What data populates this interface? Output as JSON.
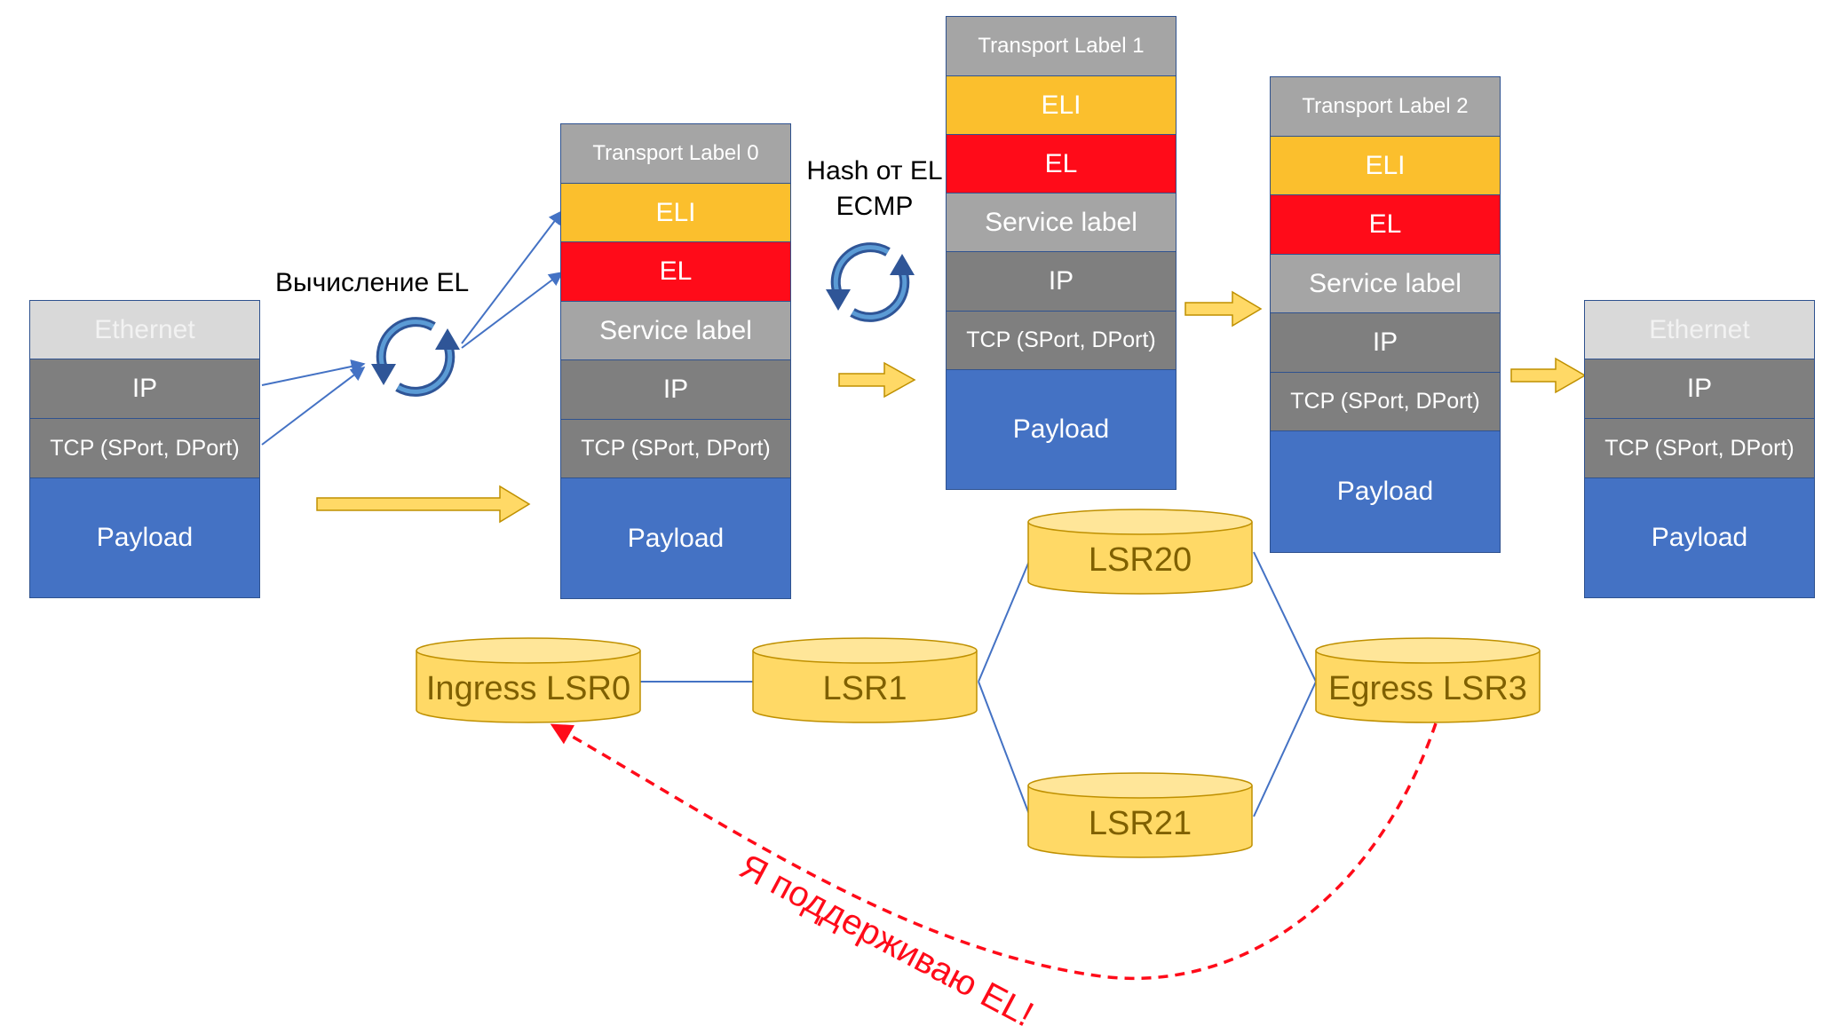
{
  "labels": {
    "calc_el": "Вычисление EL",
    "hash_line1": "Hash от EL",
    "hash_line2": "ECMP",
    "support_msg": "Я поддерживаю EL!"
  },
  "stacks": {
    "original": {
      "ethernet": "Ethernet",
      "ip": "IP",
      "tcp": "TCP (SPort, DPort)",
      "payload": "Payload"
    },
    "ingress": {
      "transport": "Transport Label 0",
      "eli": "ELI",
      "el": "EL",
      "service": "Service label",
      "ip": "IP",
      "tcp": "TCP (SPort, DPort)",
      "payload": "Payload"
    },
    "hop1": {
      "transport": "Transport Label 1",
      "eli": "ELI",
      "el": "EL",
      "service": "Service label",
      "ip": "IP",
      "tcp": "TCP (SPort, DPort)",
      "payload": "Payload"
    },
    "hop2": {
      "transport": "Transport Label 2",
      "eli": "ELI",
      "el": "EL",
      "service": "Service label",
      "ip": "IP",
      "tcp": "TCP (SPort, DPort)",
      "payload": "Payload"
    },
    "egress": {
      "ethernet": "Ethernet",
      "ip": "IP",
      "tcp": "TCP (SPort, DPort)",
      "payload": "Payload"
    }
  },
  "nodes": {
    "lsr0": "Ingress LSR0",
    "lsr1": "LSR1",
    "lsr20": "LSR20",
    "lsr21": "LSR21",
    "lsr3": "Egress LSR3"
  },
  "colors": {
    "ethernet": "#d9d9d9",
    "gray_dark": "#7f7f7f",
    "gray_light": "#a5a5a5",
    "payload": "#4472c4",
    "eli": "#fbbf2d",
    "el": "#ff0b19",
    "node_fill": "#ffd966",
    "node_stroke": "#bf9000",
    "link": "#4472c4",
    "flow_arrow": "#ffd966",
    "message": "#ff0b19"
  },
  "icons": {
    "calc_cycle": "cycle-arrows-icon",
    "hash_cycle": "cycle-arrows-icon"
  }
}
